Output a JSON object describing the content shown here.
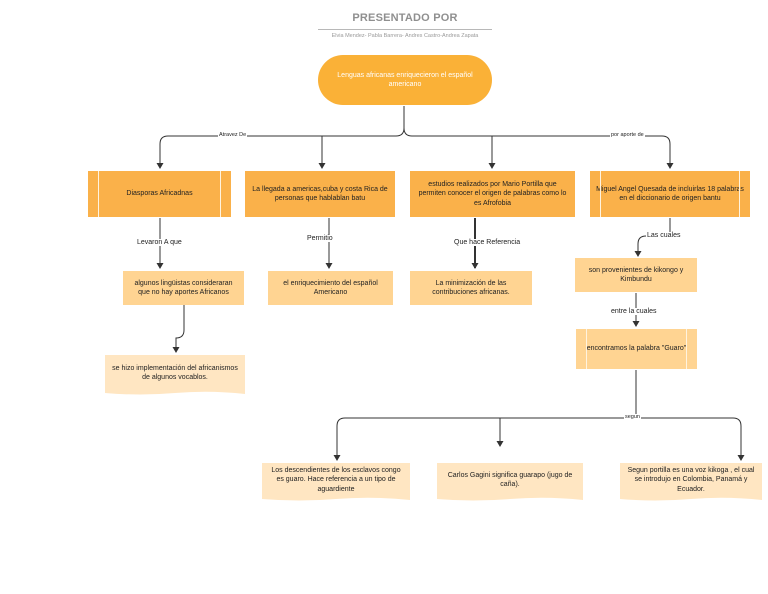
{
  "header": {
    "title": "PRESENTADO POR",
    "subtitle": "Elvia Mendez- Pabla Barrera- Andres Castro-Andrea Zapata"
  },
  "root": {
    "text": "Lenguas africanas enriquecieron el español americano"
  },
  "connectors": {
    "atraves_de": "Atravez De",
    "por_aporte_de": "por aporte de",
    "levaron_a_que": "Levaron A que",
    "permitio": "Permitio",
    "que_hace_referencia": "Que hace Referencia",
    "las_cuales": "Las cuales",
    "entre_las_cuales": "entre la cuales",
    "segun": "segun"
  },
  "level1": {
    "diasporas": "Diasporas Africadnas",
    "llegada": "La llegada  a americas,cuba y costa Rica de personas que hablablan batu",
    "estudios": "estudios realizados por Mario Portilla que permiten conocer el origen de palabras como lo es Afrofobia",
    "quesada": "Miguel Angel Quesada de incluirlas 18 palabras en el diccionario de origen bantu"
  },
  "level2": {
    "linguistas": "algunos lingüistas consideraran que no hay aportes Africanos",
    "enriquecimiento": "el enriquecimiento del español Americano",
    "minimizacion": "La minimización de las contribuciones africanas.",
    "kikongo": "son  provenientes de kikongo y Kimbundu"
  },
  "level3": {
    "implementacion": "se hizo implementación del africanismos de algunos vocablos.",
    "guaro": "encontramos la palabra \"Guaro\""
  },
  "level4": {
    "descendientes": "Los descendientes de los esclavos congo es guaro. Hace referencia a un tipo de aguardiente",
    "gagini": "Carlos Gagini significa guarapo  (jugo de caña).",
    "portilla": "Segun portilla es una voz  kikoga , el cual se introdujo en Colombia, Panamá y Ecuador."
  },
  "colors": {
    "root": "#fab137",
    "dark_node": "#fab14a",
    "light_node": "#ffd492",
    "paper_node": "#ffe6c2",
    "connector": "#333333"
  }
}
